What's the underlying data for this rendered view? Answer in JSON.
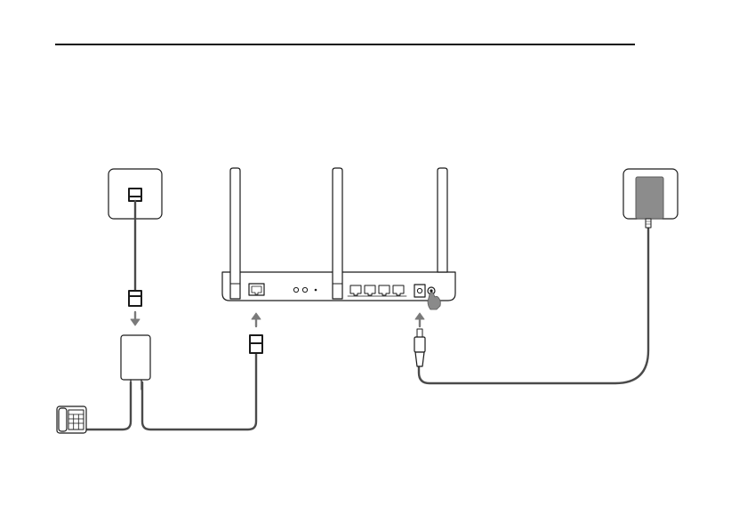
{
  "colors": {
    "background": "#ffffff",
    "line": "#1a1a1a",
    "cable": "#4a4a4a",
    "arrow": "#7a7a7a",
    "adapter_fill": "#8c8c8c"
  },
  "components": [
    {
      "name": "wall-phone-jack",
      "icon": "phone-jack-icon"
    },
    {
      "name": "adsl-splitter",
      "icon": "splitter-icon"
    },
    {
      "name": "telephone",
      "icon": "telephone-icon"
    },
    {
      "name": "wireless-router",
      "icon": "router-icon",
      "antennas": 3,
      "lan_ports": 4,
      "leds": 3
    },
    {
      "name": "power-adapter",
      "icon": "power-adapter-icon"
    }
  ],
  "connections": [
    {
      "from": "wall-phone-jack",
      "to": "adsl-splitter",
      "cable": "phone-cable"
    },
    {
      "from": "adsl-splitter",
      "to": "telephone",
      "cable": "phone-cable"
    },
    {
      "from": "adsl-splitter",
      "to": "wireless-router",
      "cable": "dsl-cable",
      "port": "dsl-port"
    },
    {
      "from": "power-adapter",
      "to": "wireless-router",
      "cable": "power-cable",
      "port": "power-port"
    }
  ],
  "arrows": [
    {
      "name": "arrow-into-splitter",
      "direction": "down"
    },
    {
      "name": "arrow-into-dsl-port",
      "direction": "up"
    },
    {
      "name": "arrow-into-power-port",
      "direction": "up"
    }
  ]
}
